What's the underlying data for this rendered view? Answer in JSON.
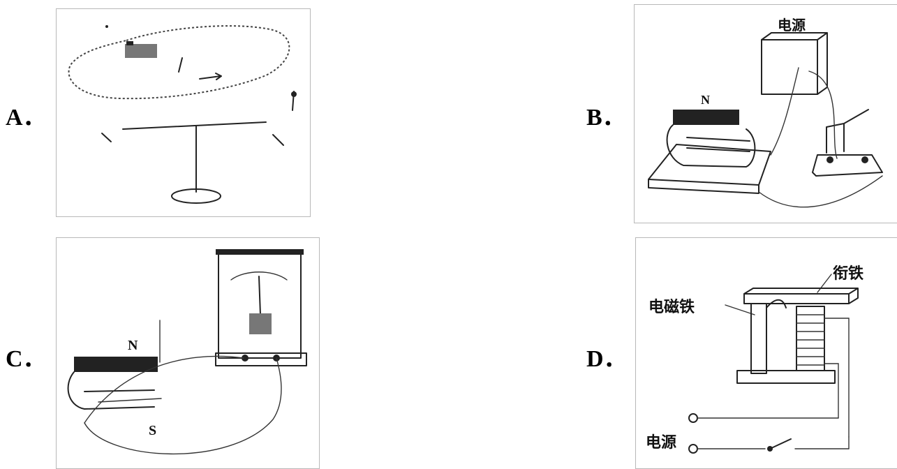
{
  "options": {
    "A": {
      "label": "A．"
    },
    "B": {
      "label": "B．",
      "power_label": "电源",
      "pole_n": "N"
    },
    "C": {
      "label": "C．",
      "pole_n": "N",
      "pole_s": "S"
    },
    "D": {
      "label": "D．",
      "armature_label": "衔铁",
      "electromagnet_label": "电磁铁",
      "power_label": "电源"
    }
  }
}
